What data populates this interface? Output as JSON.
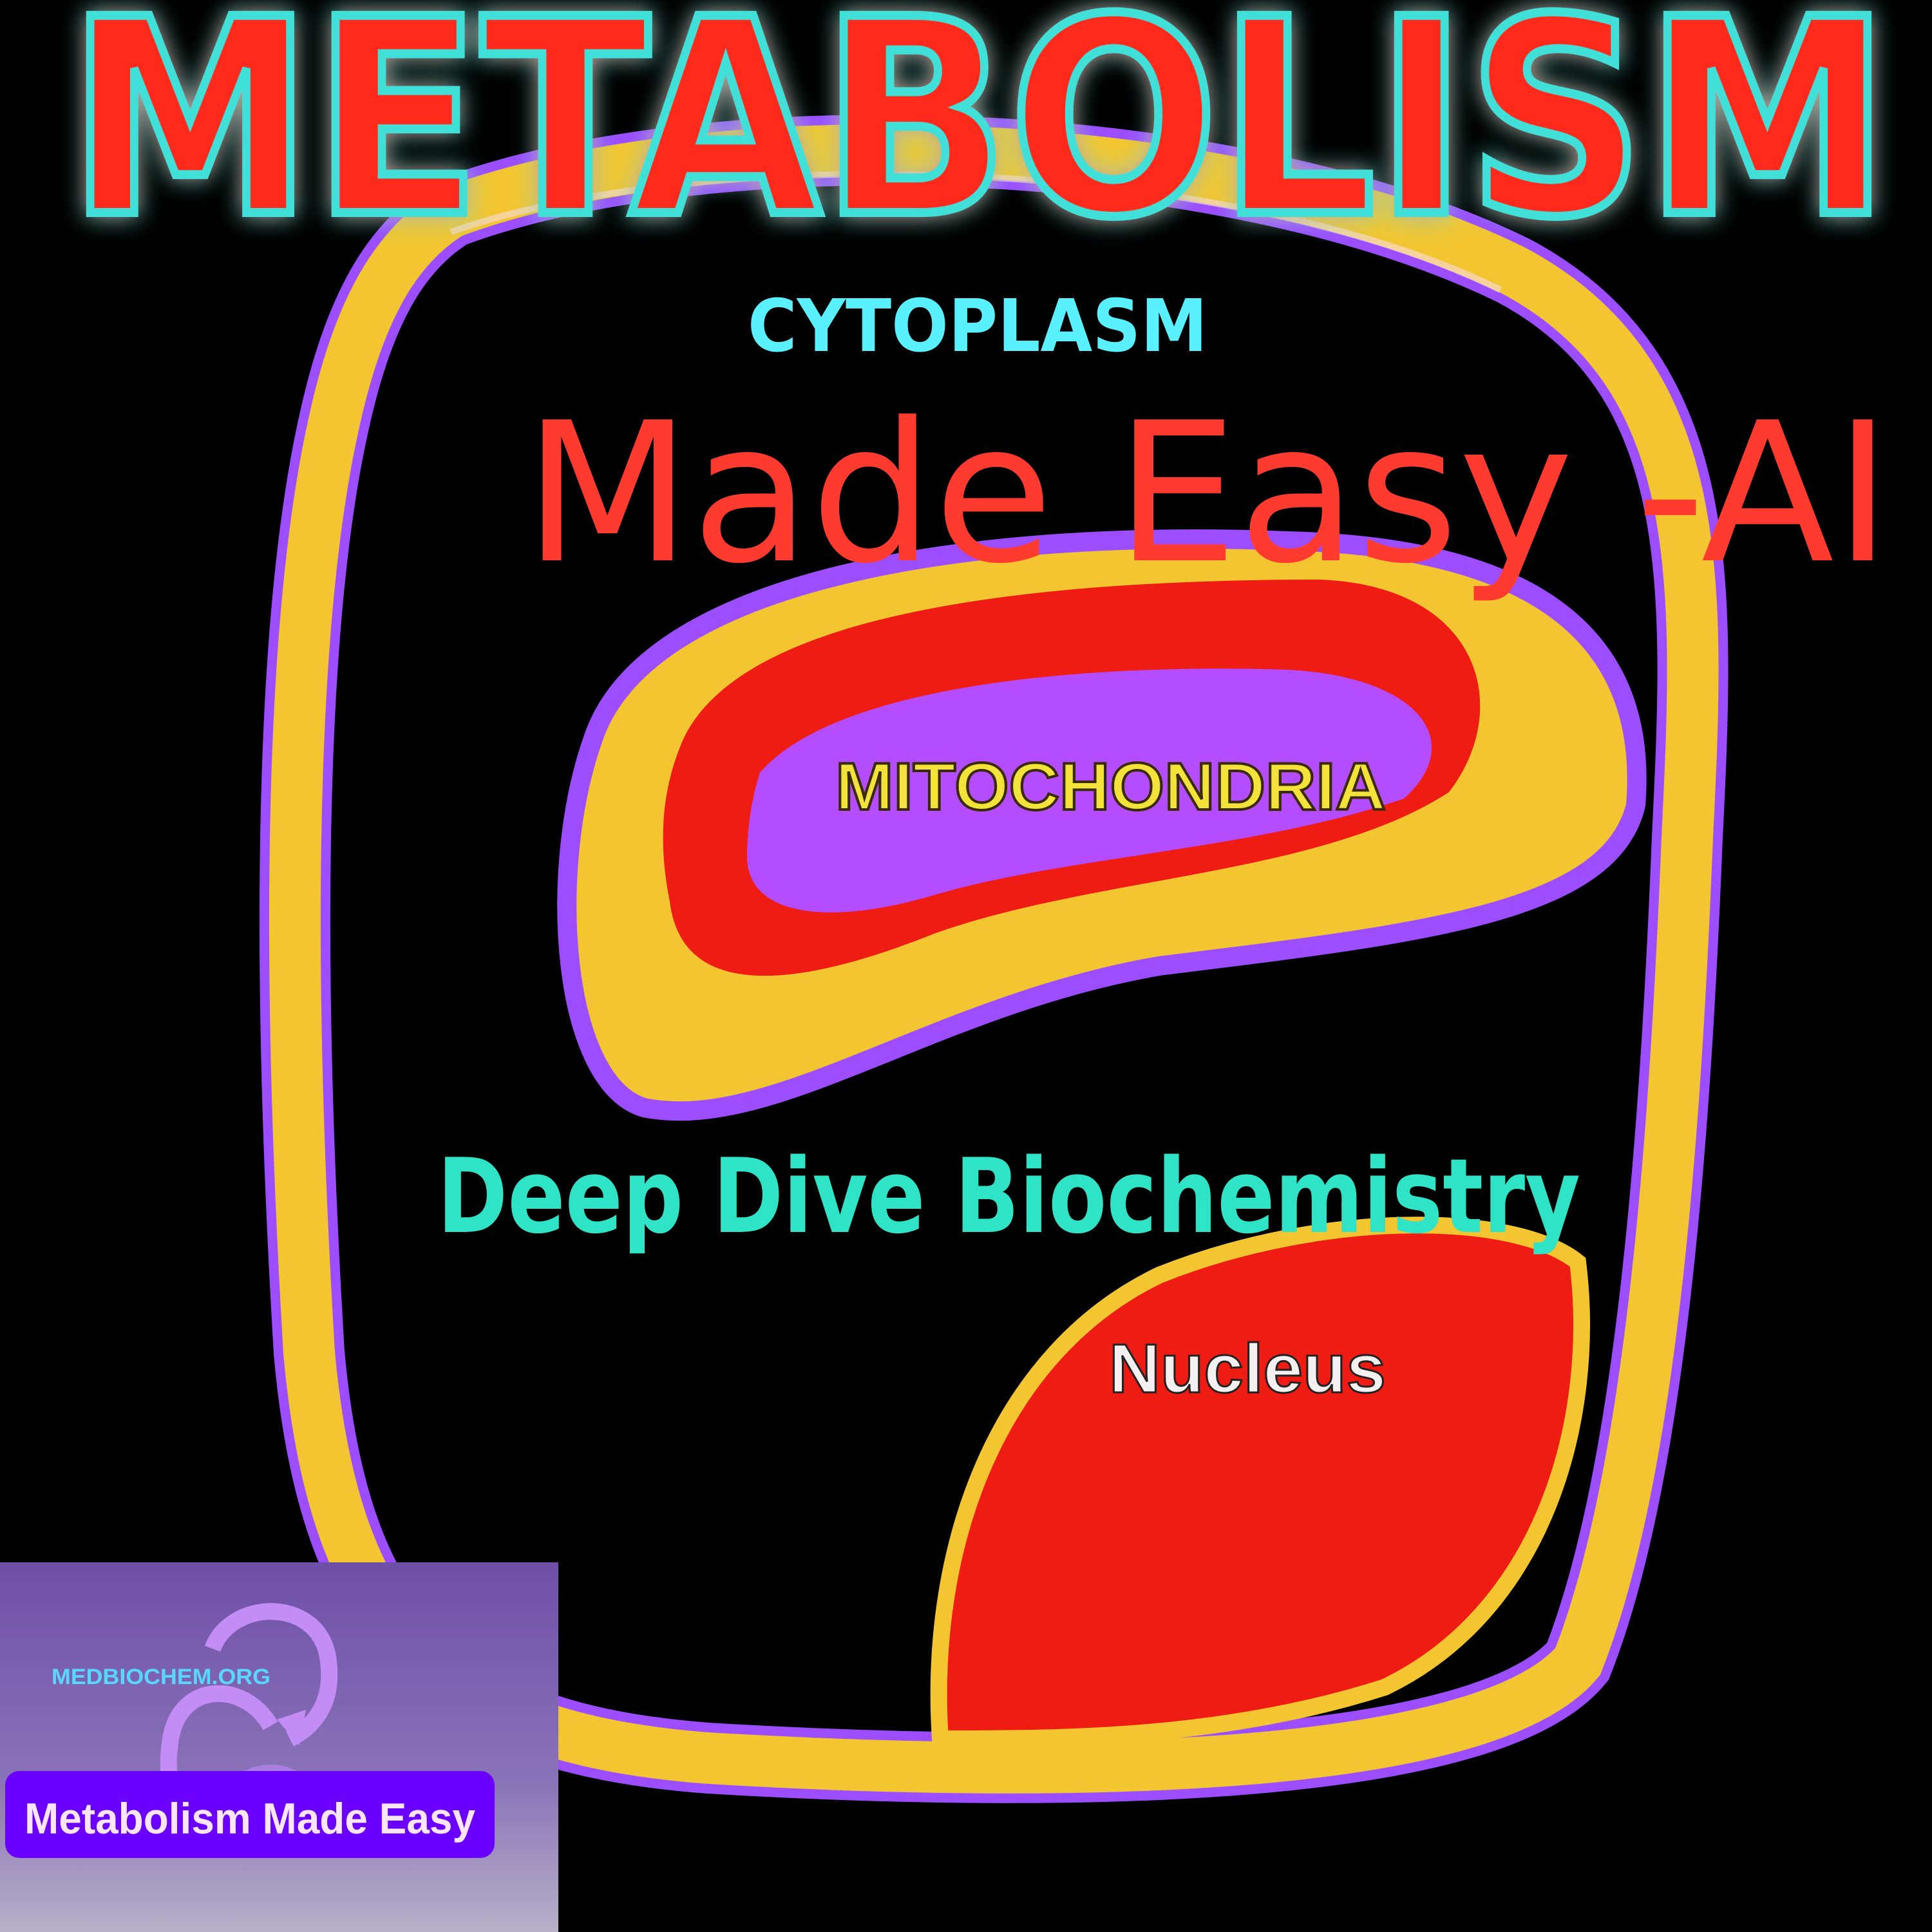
{
  "title": "METABOLISM",
  "labels": {
    "cytoplasm": "CYTOPLASM",
    "subtitle": "Made Easy -AI",
    "mitochondria": "MITOCHONDRIA",
    "tagline": "Deep Dive Biochemistry",
    "nucleus": "Nucleus"
  },
  "logo": {
    "site": "MEDBIOCHEM.ORG",
    "badge": "Metabolism Made  Easy"
  },
  "colors": {
    "title": "#ff2a1a",
    "title_glow": "#3fe0d8",
    "cell_membrane": "#f2c531",
    "membrane_outline": "#9b4dff",
    "mitochondria_inner": "#b44dff",
    "nucleus": "#ee1c12",
    "cyan_text": "#59f0ff",
    "teal_text": "#2ee3c6",
    "logo_bg": "#7a5fb0",
    "badge_bg": "#6a00ff"
  }
}
